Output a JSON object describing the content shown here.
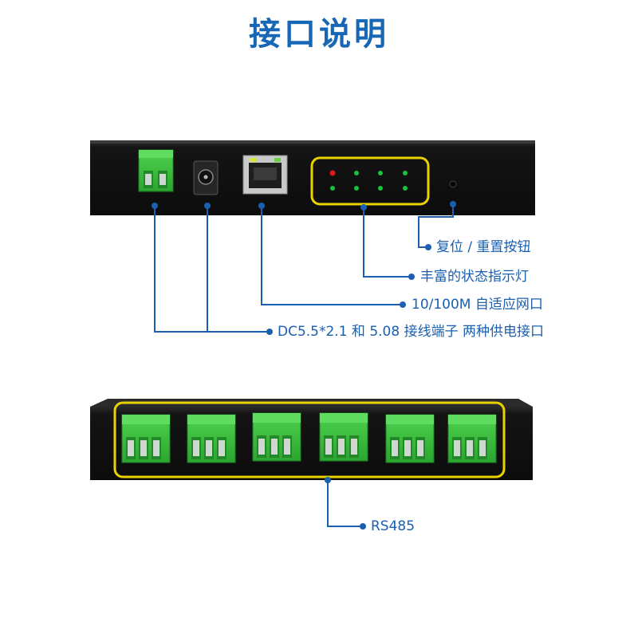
{
  "title": "接口说明",
  "labels": {
    "reset_button": "复位 / 重置按钮",
    "status_leds": "丰富的状态指示灯",
    "ethernet_port": "10/100M 自适应网口",
    "power_input": "DC5.5*2.1 和 5.08 接线端子 两种供电接口",
    "rs485": "RS485"
  },
  "colors": {
    "title": "#1667b5",
    "callout": "#1a5fb0",
    "highlight": "#e8d200",
    "device": "#161616",
    "terminal": "#3dba3d",
    "led_red": "#e01818",
    "led_green": "#18c23a"
  },
  "rs485_port_count": 6
}
